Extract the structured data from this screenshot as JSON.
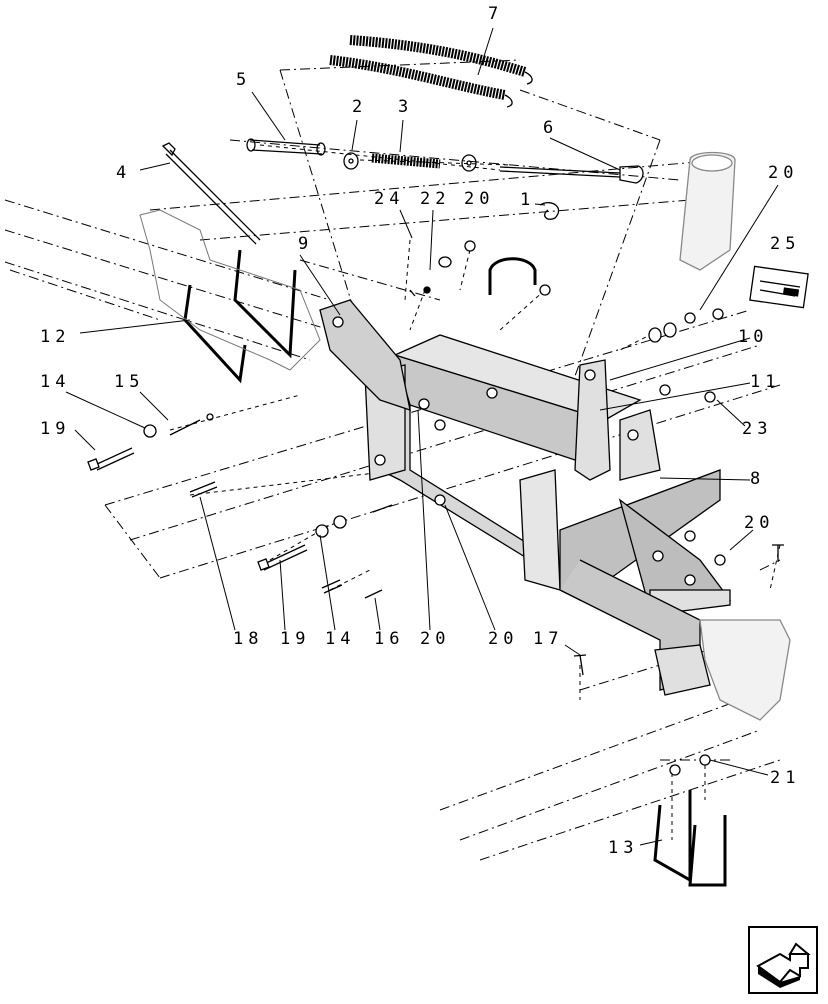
{
  "diagram": {
    "callouts": [
      {
        "id": "c7",
        "text": "7"
      },
      {
        "id": "c5",
        "text": "5"
      },
      {
        "id": "c2",
        "text": "2"
      },
      {
        "id": "c3",
        "text": "3"
      },
      {
        "id": "c6",
        "text": "6"
      },
      {
        "id": "c4",
        "text": "4"
      },
      {
        "id": "c20a",
        "text": "20"
      },
      {
        "id": "c24",
        "text": "24"
      },
      {
        "id": "c22",
        "text": "22"
      },
      {
        "id": "c20b",
        "text": "20"
      },
      {
        "id": "c1",
        "text": "1"
      },
      {
        "id": "c25",
        "text": "25"
      },
      {
        "id": "c9",
        "text": "9"
      },
      {
        "id": "c12",
        "text": "12"
      },
      {
        "id": "c10",
        "text": "10"
      },
      {
        "id": "c11",
        "text": "11"
      },
      {
        "id": "c14a",
        "text": "14"
      },
      {
        "id": "c15",
        "text": "15"
      },
      {
        "id": "c19a",
        "text": "19"
      },
      {
        "id": "c23",
        "text": "23"
      },
      {
        "id": "c8",
        "text": "8"
      },
      {
        "id": "c20c",
        "text": "20"
      },
      {
        "id": "c18",
        "text": "18"
      },
      {
        "id": "c19b",
        "text": "19"
      },
      {
        "id": "c14b",
        "text": "14"
      },
      {
        "id": "c16",
        "text": "16"
      },
      {
        "id": "c20d",
        "text": "20"
      },
      {
        "id": "c20e",
        "text": "20"
      },
      {
        "id": "c17",
        "text": "17"
      },
      {
        "id": "c21",
        "text": "21"
      },
      {
        "id": "c13",
        "text": "13"
      }
    ],
    "nav_button_icon": "arrow-next-icon"
  }
}
